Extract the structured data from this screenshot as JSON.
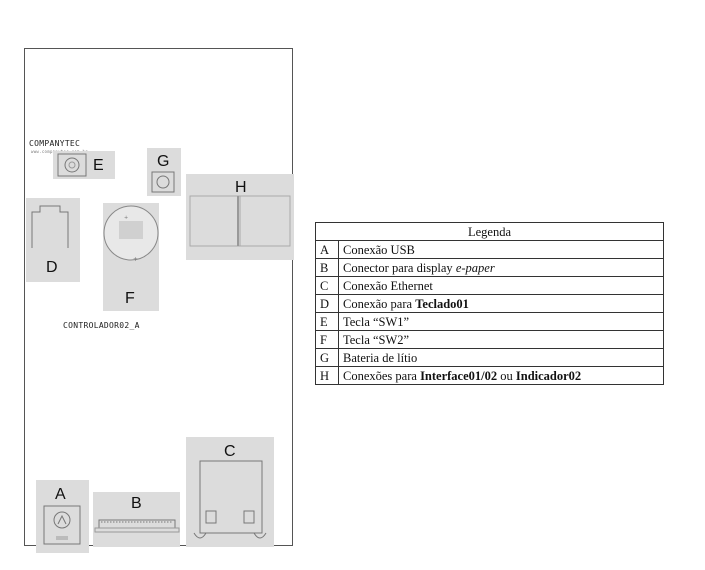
{
  "board": {
    "brand": "COMPANYTEC",
    "brand_sub": "www.companytec.com.br",
    "model": "CONTROLADOR02_A"
  },
  "zones": {
    "A": "A",
    "B": "B",
    "C": "C",
    "D": "D",
    "E": "E",
    "F": "F",
    "G": "G",
    "H": "H"
  },
  "legend": {
    "title": "Legenda",
    "rows": [
      {
        "key": "A",
        "text": "Conexão USB"
      },
      {
        "key": "B",
        "text": "Conector para display ",
        "em": "e-paper"
      },
      {
        "key": "C",
        "text": "Conexão Ethernet"
      },
      {
        "key": "D",
        "text": "Conexão para ",
        "bold": "Teclado01"
      },
      {
        "key": "E",
        "text": "Tecla “SW1”"
      },
      {
        "key": "F",
        "text": "Tecla “SW2”"
      },
      {
        "key": "G",
        "text": "Bateria de lítio"
      },
      {
        "key": "H",
        "text": "Conexões para ",
        "bold": "Interface01/02",
        "text2": " ou ",
        "bold2": "Indicador02"
      }
    ]
  }
}
